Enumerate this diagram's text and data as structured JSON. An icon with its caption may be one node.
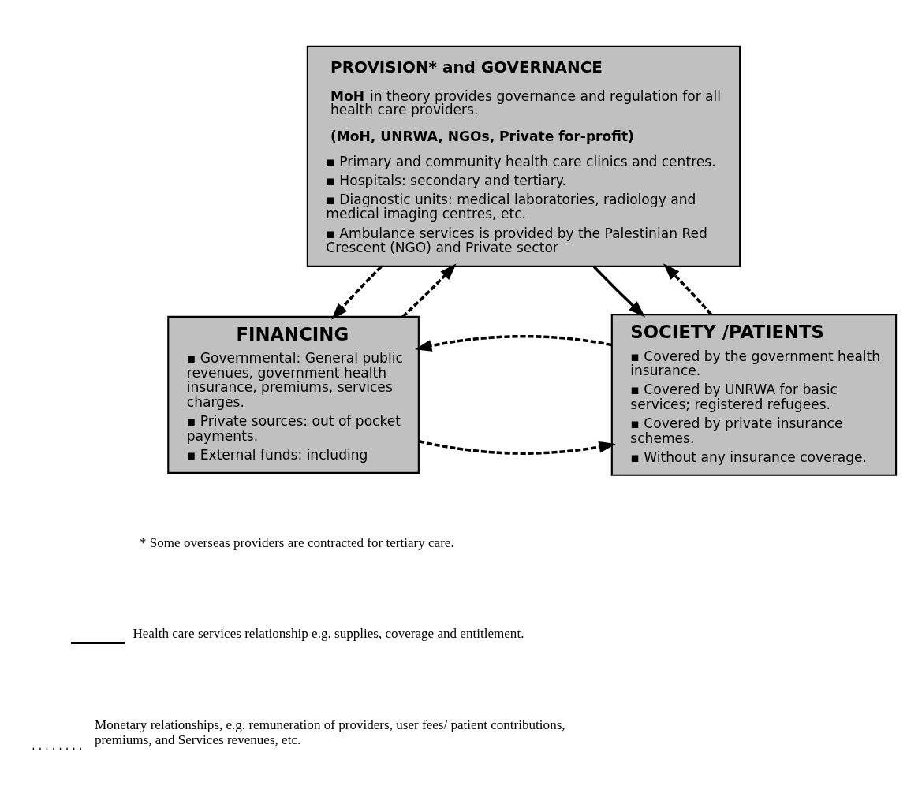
{
  "diagram": {
    "nodes": [
      {
        "text": [
          "PROVISION* and GOVERNANCE",
          "**MoH** in theory provides governance and regulation for all health care providers.",
          "(MoH, UNRWA, NGOs, Private for-profit)",
          "▪ Primary and community health care clinics and centres.",
          "▪ Hospitals: secondary and tertiary.",
          "▪ Diagnostic units: medical laboratories, radiology and medical imaging centres, etc.",
          "▪ Ambulance services is provided by the Palestinian Red  Crescent (NGO) and Private sector"
        ]
      },
      {
        "text": [
          "FINANCING",
          "▪ Governmental: General public revenues, government health insurance, premiums, services charges.",
          "▪ Private sources: out of pocket payments.",
          "▪ External funds: including"
        ]
      },
      {
        "text": [
          "SOCIETY /PATIENTS",
          "▪ Covered by the government health insurance.",
          "▪ Covered by UNRWA for basic services; registered refugees.",
          "▪ Covered by private insurance schemes.",
          "▪ Without any insurance coverage."
        ]
      }
    ],
    "edges": [
      {
        "from": 1,
        "to": 0,
        "arrow": "to",
        "style": "dashed"
      },
      {
        "from": 0,
        "to": 1,
        "arrow": "to",
        "style": "dashed"
      },
      {
        "from": 2,
        "to": 0,
        "arrow": "to",
        "style": "dashed"
      },
      {
        "from": 0,
        "to": 2,
        "arrow": "to"
      },
      {
        "from": 1,
        "to": 2,
        "arrow": "to",
        "style": "dashed"
      },
      {
        "from": 2,
        "to": 1,
        "arrow": "to",
        "style": "dashed"
      }
    ],
    "labels": [
      "* Some overseas providers are contracted for tertiary care."
    ],
    "legend": [
      {
        "text": "Health care services relationship e.g. supplies, coverage and entitlement."
      },
      {
        "text": "Monetary relationships, e.g. remuneration of providers, user fees/ patient contributions, premiums, and Services revenues, etc."
      }
    ]
  }
}
